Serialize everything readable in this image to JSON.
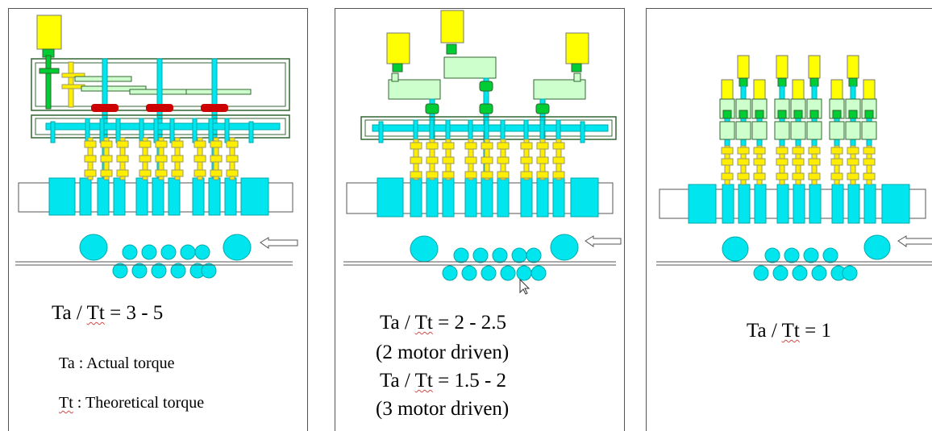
{
  "panels": [
    {
      "label": "single-motor",
      "line1_a": "Ta / ",
      "line1_b": "Tt",
      "line1_c": " = 3 - 5",
      "def1": "Ta : Actual torque",
      "def2_a": "Tt",
      "def2_b": " : Theoretical torque"
    },
    {
      "label": "two-three-motor",
      "line1_a": "Ta / ",
      "line1_b": "Tt",
      "line1_c": " = 2 - 2.5",
      "note1": "(2 motor driven)",
      "line2_a": "Ta / ",
      "line2_b": "Tt",
      "line2_c": " = 1.5 - 2",
      "note2": "(3 motor driven)"
    },
    {
      "label": "individual-drive",
      "line1_a": "Ta / ",
      "line1_b": "Tt",
      "line1_c": " = 1"
    }
  ],
  "colors": {
    "motor": "#ffff00",
    "gearbox": "#ccffcc",
    "coupling": "#00cc33",
    "gear": "#cc0000",
    "shaft": "#00e5ee",
    "spindle": "#ffee00",
    "frame": "#336633",
    "roll": "#00e5ee"
  },
  "icons": [
    "arrow-left-icon",
    "mouse-cursor-icon"
  ]
}
